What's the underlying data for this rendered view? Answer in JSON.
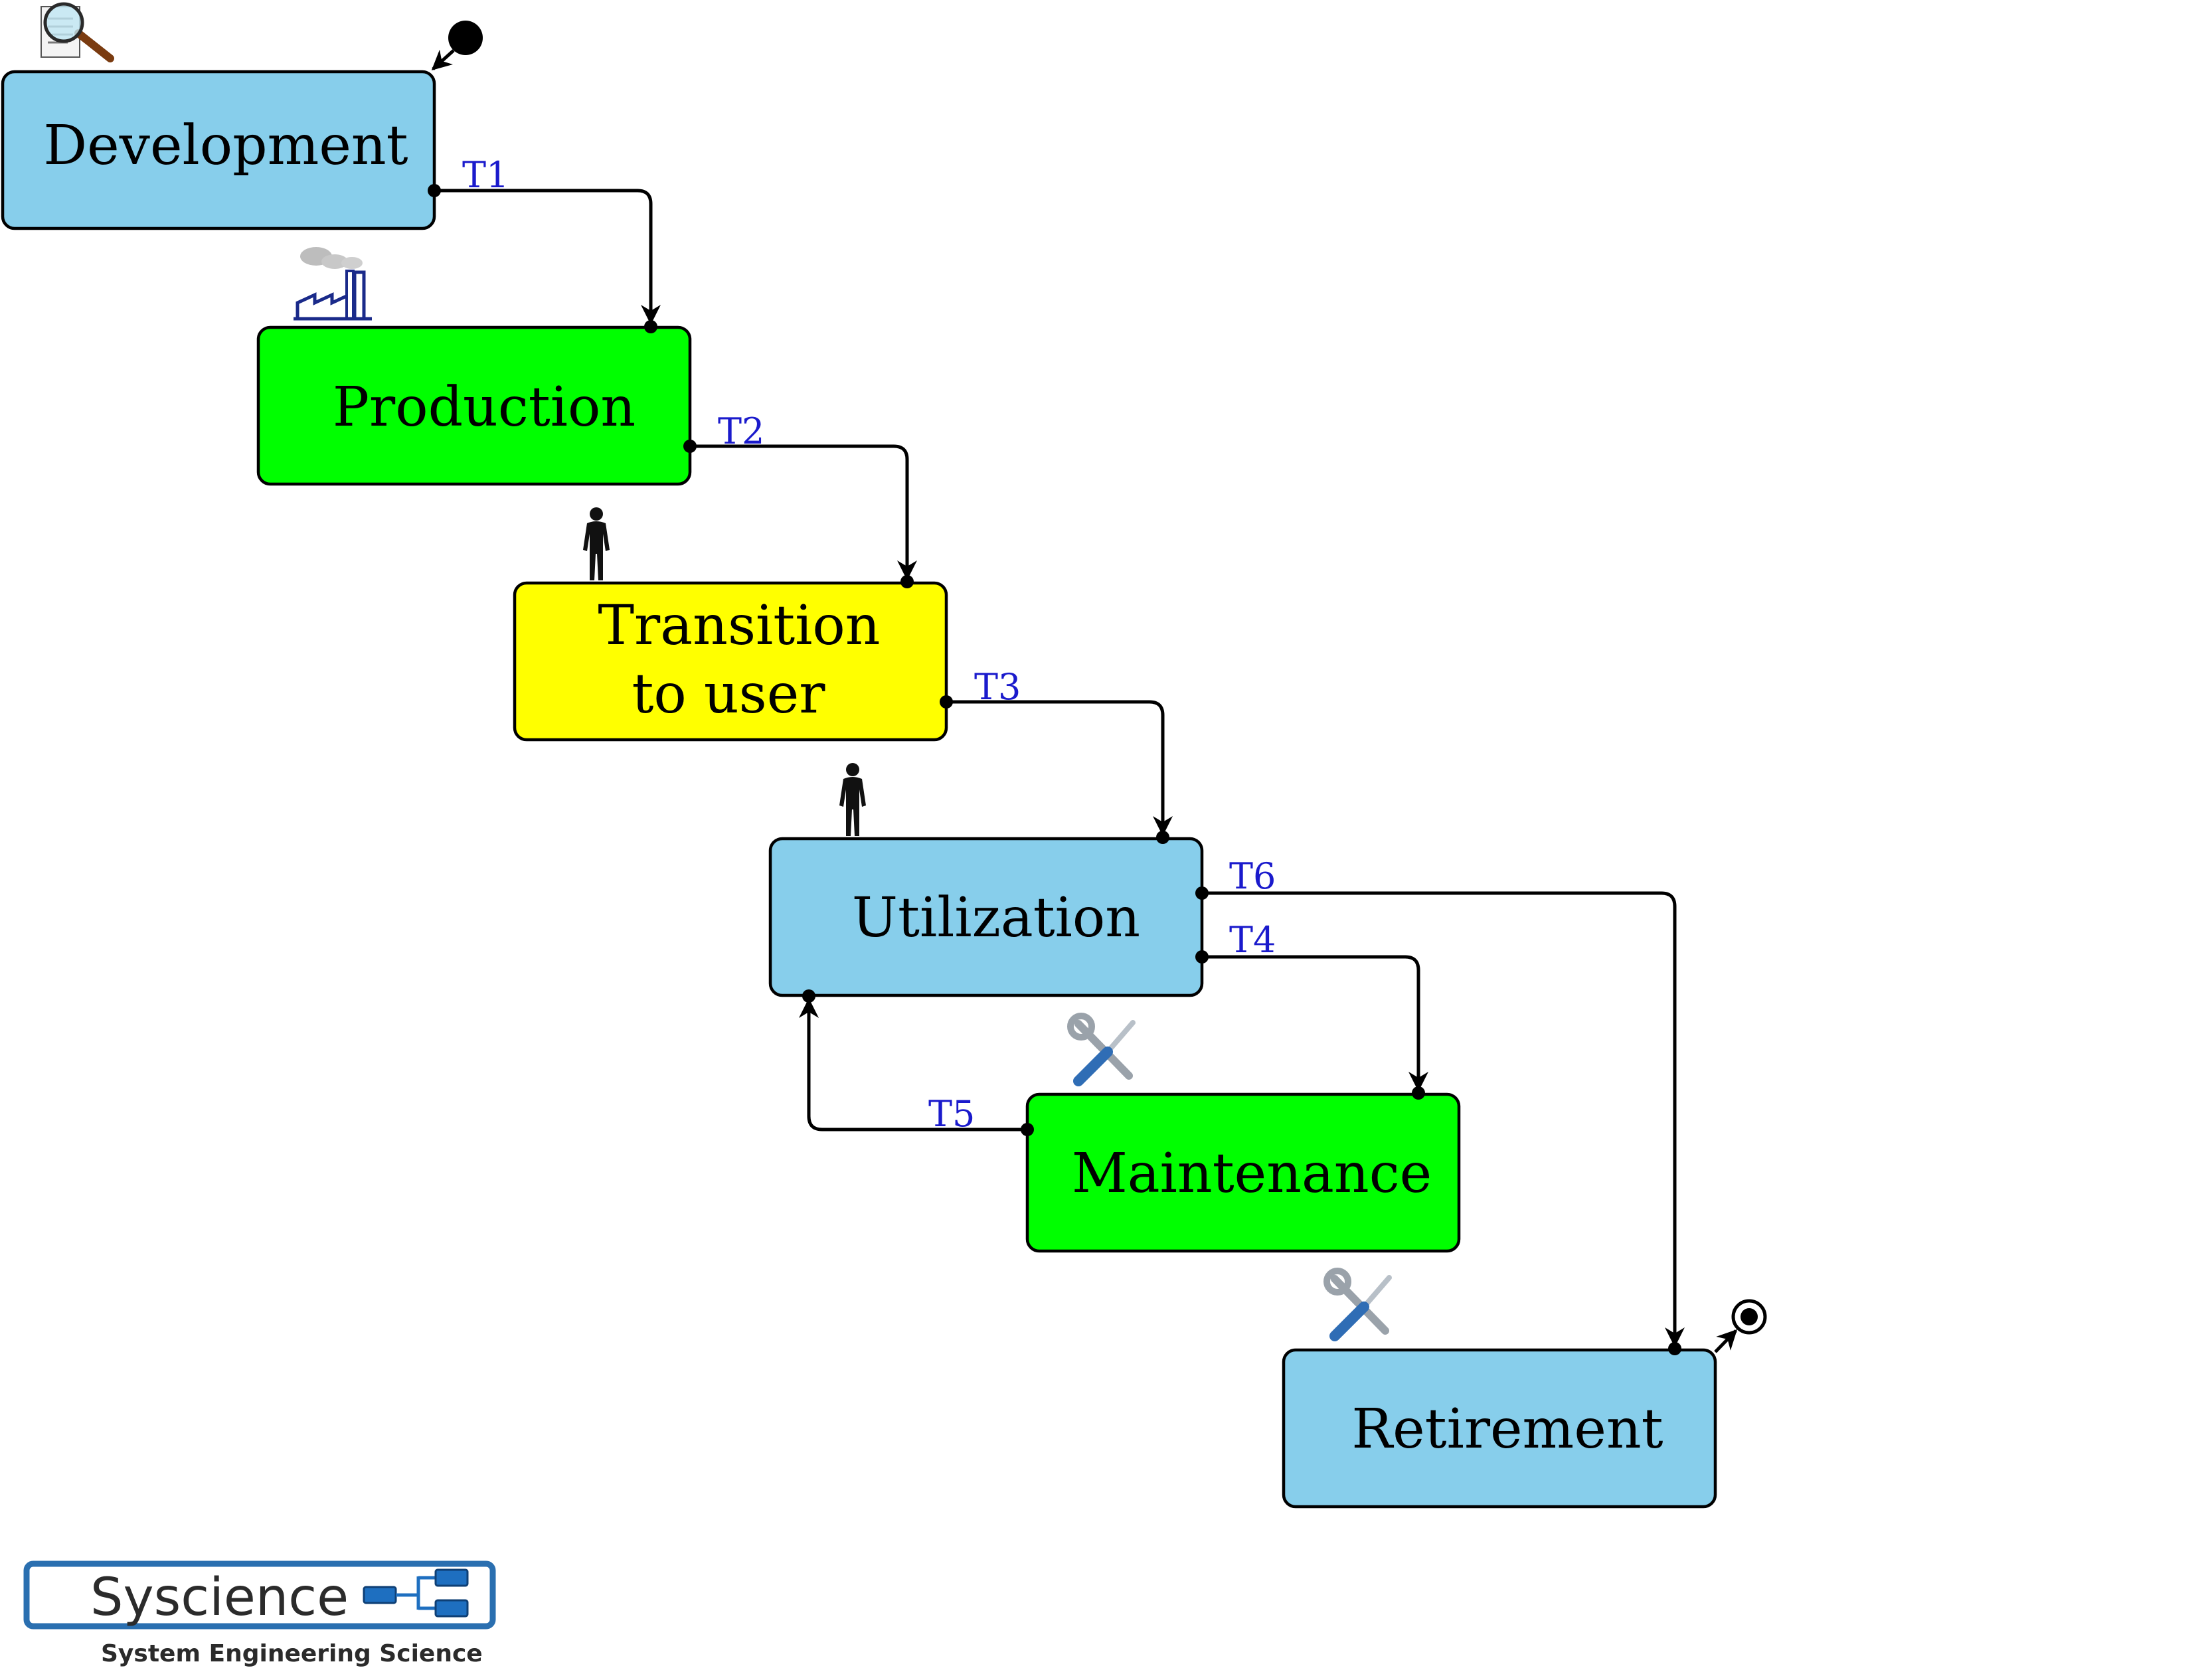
{
  "states": [
    {
      "id": "development",
      "lines": [
        "Development"
      ],
      "color": "#87ceeb"
    },
    {
      "id": "production",
      "lines": [
        "Production"
      ],
      "color": "#00ff00"
    },
    {
      "id": "transition",
      "lines": [
        "Transition",
        "to user"
      ],
      "color": "#ffff00"
    },
    {
      "id": "utilization",
      "lines": [
        "Utilization"
      ],
      "color": "#87ceeb"
    },
    {
      "id": "maintenance",
      "lines": [
        "Maintenance"
      ],
      "color": "#00ff00"
    },
    {
      "id": "retirement",
      "lines": [
        "Retirement"
      ],
      "color": "#87ceeb"
    }
  ],
  "transitions": [
    {
      "label": "T1",
      "from": "development",
      "to": "production"
    },
    {
      "label": "T2",
      "from": "production",
      "to": "transition"
    },
    {
      "label": "T3",
      "from": "transition",
      "to": "utilization"
    },
    {
      "label": "T4",
      "from": "utilization",
      "to": "maintenance"
    },
    {
      "label": "T5",
      "from": "maintenance",
      "to": "utilization"
    },
    {
      "label": "T6",
      "from": "utilization",
      "to": "retirement"
    }
  ],
  "icons": [
    {
      "name": "magnifier-document-icon",
      "near": "development"
    },
    {
      "name": "factory-icon",
      "near": "production"
    },
    {
      "name": "person-icon",
      "near": "transition"
    },
    {
      "name": "person-icon",
      "near": "utilization"
    },
    {
      "name": "wrench-screwdriver-icon",
      "near": "maintenance"
    },
    {
      "name": "wrench-screwdriver-icon",
      "near": "retirement"
    }
  ],
  "logo": {
    "name": "Syscience",
    "tagline": "System Engineering Science"
  },
  "colors": {
    "transition_label": "#1a1acc",
    "logo_border": "#2a6fb0",
    "logo_blocks": "#1e6fc0"
  }
}
